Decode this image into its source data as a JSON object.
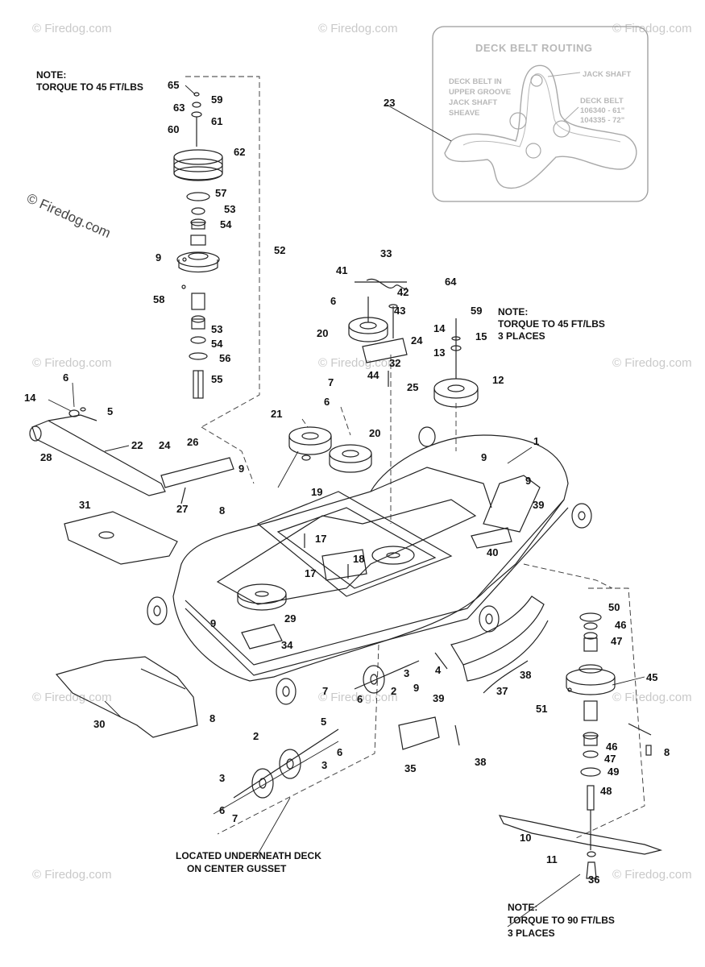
{
  "routing_box": {
    "title": "DECK BELT ROUTING",
    "left_text": [
      "DECK BELT IN",
      "UPPER GROOVE",
      "JACK SHAFT",
      "SHEAVE"
    ],
    "jack_shaft": "JACK SHAFT",
    "deck_belt": [
      "DECK BELT",
      "106340 - 61\"",
      "104335 - 72\""
    ]
  },
  "notes": {
    "top_left": [
      "NOTE:",
      "TORQUE TO 45 FT/LBS"
    ],
    "right": [
      "NOTE:",
      "TORQUE TO 45 FT/LBS",
      "3 PLACES"
    ],
    "bottom_right": [
      "NOTE:",
      "TORQUE TO 90 FT/LBS",
      "3 PLACES"
    ],
    "gusset": [
      "LOCATED UNDERNEATH DECK",
      "ON CENTER GUSSET"
    ]
  },
  "watermark": {
    "text": "© Firedog.com",
    "main": "© Firedog.com"
  },
  "callouts": [
    "65",
    "59",
    "63",
    "61",
    "60",
    "62",
    "57",
    "53",
    "54",
    "52",
    "9",
    "58",
    "53",
    "54",
    "56",
    "55",
    "23",
    "33",
    "41",
    "42",
    "6",
    "43",
    "20",
    "24",
    "32",
    "44",
    "25",
    "64",
    "59",
    "14",
    "15",
    "13",
    "12",
    "6",
    "14",
    "5",
    "28",
    "22",
    "24",
    "26",
    "9",
    "27",
    "7",
    "6",
    "21",
    "20",
    "19",
    "8",
    "31",
    "17",
    "18",
    "17",
    "1",
    "9",
    "9",
    "39",
    "40",
    "29",
    "9",
    "34",
    "50",
    "46",
    "47",
    "45",
    "3",
    "4",
    "38",
    "37",
    "7",
    "6",
    "2",
    "9",
    "39",
    "51",
    "30",
    "8",
    "5",
    "2",
    "6",
    "3",
    "35",
    "38",
    "46",
    "47",
    "49",
    "48",
    "3",
    "6",
    "7",
    "8",
    "10",
    "11",
    "36"
  ]
}
